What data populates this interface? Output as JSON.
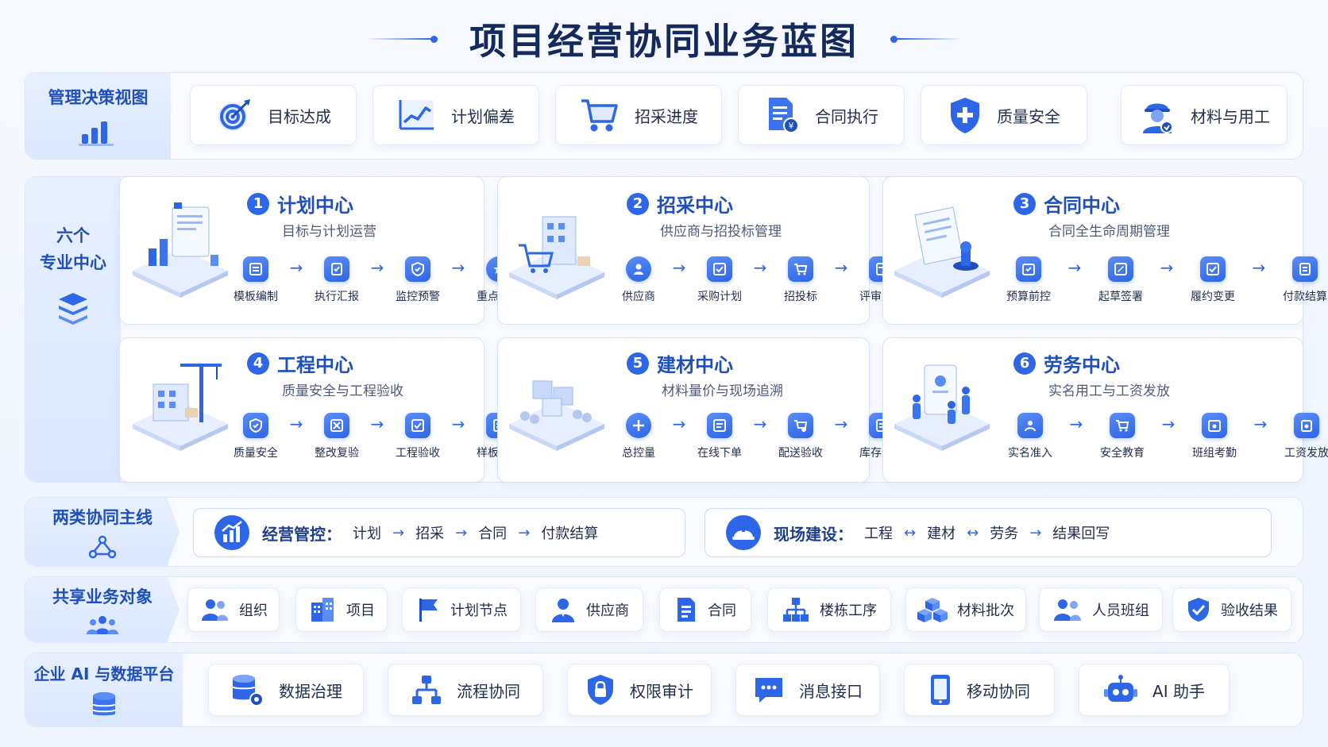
{
  "title": "项目经营协同业务蓝图",
  "mgmt": {
    "label": "管理决策视图",
    "tiles": [
      {
        "label": "目标达成",
        "icon": "target-icon"
      },
      {
        "label": "计划偏差",
        "icon": "line-chart-icon"
      },
      {
        "label": "招采进度",
        "icon": "cart-icon"
      },
      {
        "label": "合同执行",
        "icon": "contract-icon"
      },
      {
        "label": "质量安全",
        "icon": "shield-icon"
      },
      {
        "label": "材料与用工",
        "icon": "worker-icon"
      }
    ]
  },
  "centers": {
    "label_line1": "六个",
    "label_line2": "专业中心",
    "items": [
      {
        "num": "1",
        "title": "计划中心",
        "subtitle": "目标与计划运营",
        "steps": [
          "模板编制",
          "执行汇报",
          "监控预警",
          "重点督办"
        ]
      },
      {
        "num": "2",
        "title": "招采中心",
        "subtitle": "供应商与招投标管理",
        "steps": [
          "供应商",
          "采购计划",
          "招投标",
          "评审定标"
        ]
      },
      {
        "num": "3",
        "title": "合同中心",
        "subtitle": "合同全生命周期管理",
        "steps": [
          "预算前控",
          "起草签署",
          "履约变更",
          "付款结算"
        ]
      },
      {
        "num": "4",
        "title": "工程中心",
        "subtitle": "质量安全与工程验收",
        "steps": [
          "质量安全",
          "整改复验",
          "工程验收",
          "样板交底"
        ]
      },
      {
        "num": "5",
        "title": "建材中心",
        "subtitle": "材料量价与现场追溯",
        "steps": [
          "总控量",
          "在线下单",
          "配送验收",
          "库存追溯"
        ]
      },
      {
        "num": "6",
        "title": "劳务中心",
        "subtitle": "实名用工与工资发放",
        "steps": [
          "实名准入",
          "安全教育",
          "班组考勤",
          "工资发放"
        ]
      }
    ]
  },
  "mainline": {
    "label": "两类协同主线",
    "lines": [
      {
        "title": "经营管控：",
        "nodes": [
          "计划",
          "招采",
          "合同",
          "付款结算"
        ],
        "arrows": [
          "→",
          "→",
          "→"
        ]
      },
      {
        "title": "现场建设：",
        "nodes": [
          "工程",
          "建材",
          "劳务",
          "结果回写"
        ],
        "arrows": [
          "↔",
          "↔",
          "→"
        ]
      }
    ]
  },
  "shared": {
    "label": "共享业务对象",
    "items": [
      {
        "label": "组织",
        "icon": "people-icon"
      },
      {
        "label": "项目",
        "icon": "building-icon"
      },
      {
        "label": "计划节点",
        "icon": "flag-icon"
      },
      {
        "label": "供应商",
        "icon": "user-icon"
      },
      {
        "label": "合同",
        "icon": "document-icon"
      },
      {
        "label": "楼栋工序",
        "icon": "hierarchy-icon"
      },
      {
        "label": "材料批次",
        "icon": "cubes-icon"
      },
      {
        "label": "人员班组",
        "icon": "team-icon"
      },
      {
        "label": "验收结果",
        "icon": "check-shield-icon"
      }
    ]
  },
  "platform": {
    "label": "企业 AI 与数据平台",
    "items": [
      {
        "label": "数据治理",
        "icon": "database-gear-icon"
      },
      {
        "label": "流程协同",
        "icon": "flow-icon"
      },
      {
        "label": "权限审计",
        "icon": "lock-shield-icon"
      },
      {
        "label": "消息接口",
        "icon": "chat-icon"
      },
      {
        "label": "移动协同",
        "icon": "phone-icon"
      },
      {
        "label": "AI 助手",
        "icon": "robot-icon"
      }
    ]
  },
  "colors": {
    "accent": "#2d66e6",
    "title": "#142a5c",
    "label": "#1f4fb8"
  }
}
